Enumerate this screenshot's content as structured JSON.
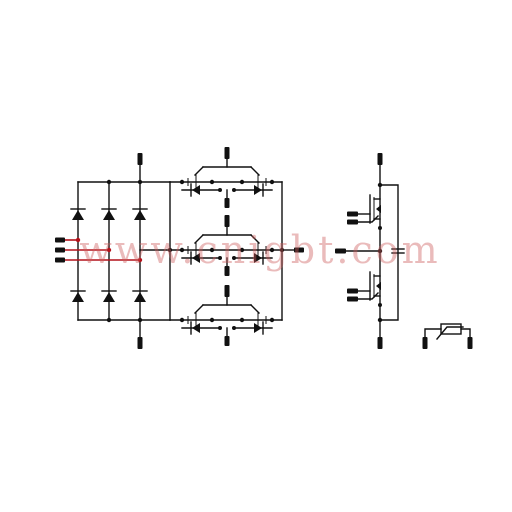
{
  "watermark": {
    "text": "www.cnigbt.com"
  },
  "colors": {
    "line": "#111111",
    "ac_input": "#b3121b",
    "background": "#ffffff",
    "watermark": "#cd5c5c"
  },
  "symbols": {
    "rectifier_diodes": 6,
    "inverter_phases": 3,
    "igbt_per_phase": 2,
    "brake_chopper_switches": 2,
    "has_ntc_thermistor": true
  }
}
